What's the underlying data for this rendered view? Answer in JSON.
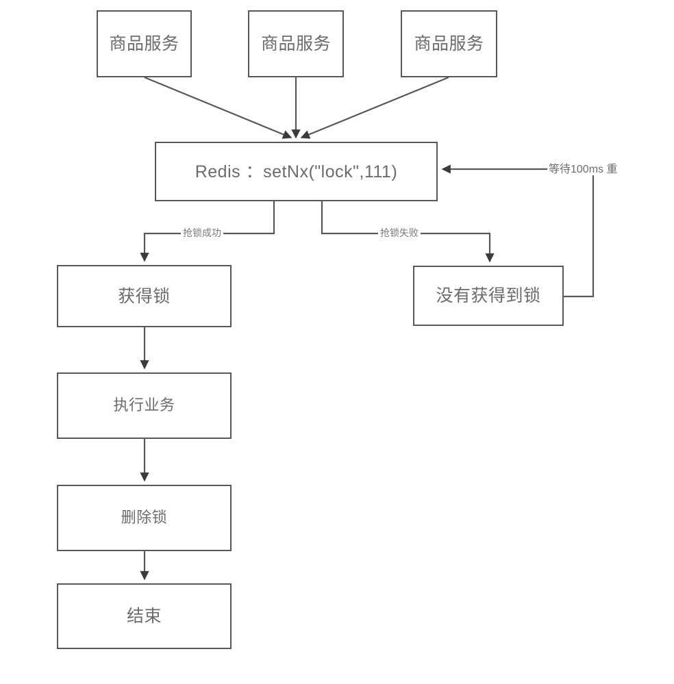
{
  "diagram": {
    "title": "Redis distributed lock flowchart",
    "background_color": "#ffffff",
    "stroke_color": "#555759",
    "text_color": "#6b6b6b",
    "nodes": [
      {
        "id": "service1",
        "label": "商品服务"
      },
      {
        "id": "service2",
        "label": "商品服务"
      },
      {
        "id": "service3",
        "label": "商品服务"
      },
      {
        "id": "redis",
        "label": "Redis ：setNx(\"lock\",111)"
      },
      {
        "id": "lock-acquired",
        "label": "获得锁"
      },
      {
        "id": "execute-business",
        "label": "执行业务"
      },
      {
        "id": "delete-lock",
        "label": "删除锁"
      },
      {
        "id": "end",
        "label": "结束"
      },
      {
        "id": "lock-not-acquired",
        "label": "没有获得到锁"
      }
    ],
    "edge_labels": {
      "lock_success": "抢锁成功",
      "lock_failure": "抢锁失败",
      "retry_wait": "等待100ms 重"
    }
  }
}
